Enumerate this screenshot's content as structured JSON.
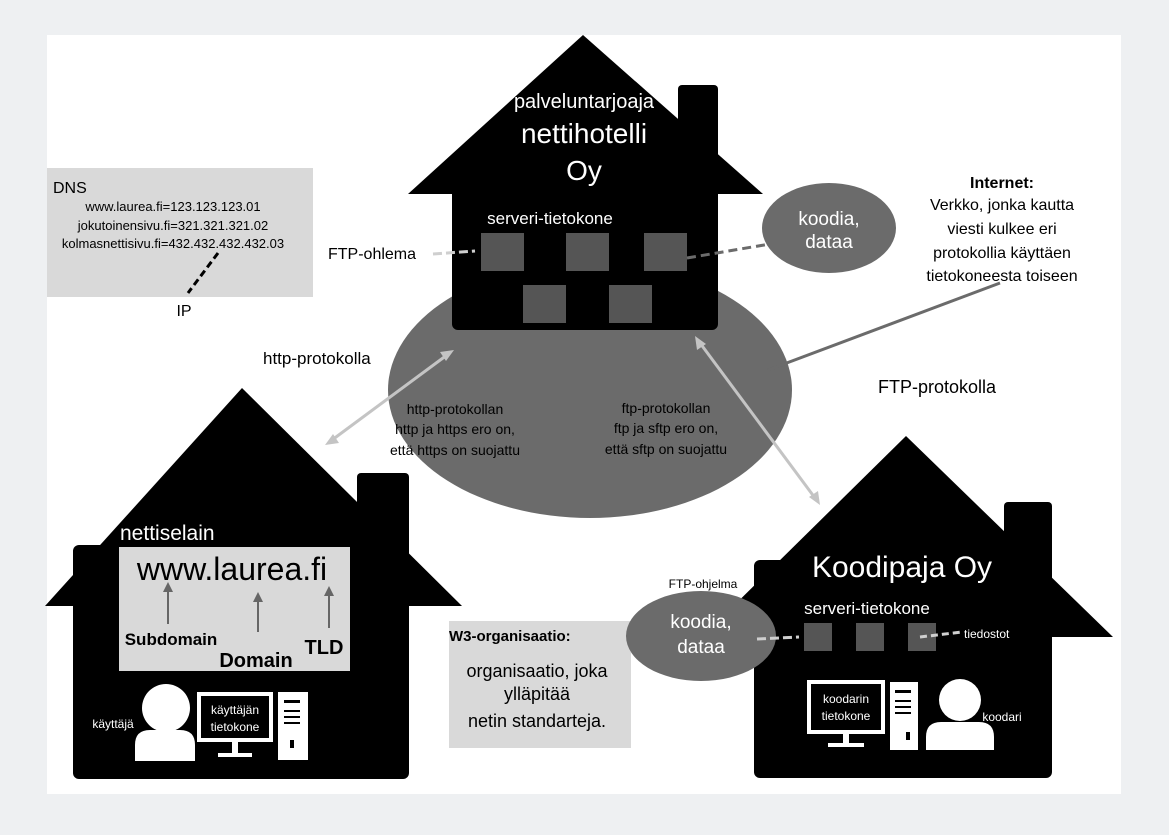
{
  "colors": {
    "house": "#000000",
    "ellipse": "#6b6b6b",
    "window": "#555555",
    "dns_box": "#d9d9d9",
    "browser_box": "#d9d9d9",
    "w3_box": "#d9d9d9",
    "arrow": "#c4c4c4",
    "line": "#6b6b6b",
    "dash": "#cfcfcf"
  },
  "provider_house": {
    "label_line1": "palveluntarjoaja",
    "label_line2": "nettihotelli",
    "label_line3": "Oy",
    "server_label": "serveri-tietokone"
  },
  "provider_bubble": {
    "line1": "koodia,",
    "line2": "dataa"
  },
  "ftp_program_left": "FTP-ohlema",
  "internet": {
    "title": "Internet:",
    "line1": "Verkko, jonka kautta",
    "line2": "viesti kulkee eri",
    "line3": "protokollia käyttäen",
    "line4": "tietokoneesta toiseen"
  },
  "dns": {
    "title": "DNS",
    "entry1": "www.laurea.fi=123.123.123.01",
    "entry2": "jokutoinensivu.fi=321.321.321.02",
    "entry3": "kolmasnettisivu.fi=432.432.432.432.03",
    "ip_label": "IP"
  },
  "http_label": "http-protokolla",
  "ftp_label": "FTP-protokolla",
  "http_note": {
    "line1": "http-protokollan",
    "line2": "http ja https ero on,",
    "line3": "että https on suojattu"
  },
  "ftp_note": {
    "line1": "ftp-protokollan",
    "line2": "ftp ja sftp ero on,",
    "line3": "että sftp on suojattu"
  },
  "user_house": {
    "browser_label": "nettiselain",
    "url": "www.laurea.fi",
    "subdomain": "Subdomain",
    "domain": "Domain",
    "tld": "TLD",
    "user_label": "käyttäjä",
    "computer_line1": "käyttäjän",
    "computer_line2": "tietokone"
  },
  "w3": {
    "title": "W3-organisaatio:",
    "line1": "organisaatio, joka",
    "line2": "ylläpitää",
    "line3": "netin standarteja."
  },
  "coder_house": {
    "title": "Koodipaja Oy",
    "server_label": "serveri-tietokone",
    "ftp_program": "FTP-ohjelma",
    "files_label": "tiedostot",
    "computer_line1": "koodarin",
    "computer_line2": "tietokone",
    "coder_label": "koodari"
  },
  "coder_bubble": {
    "line1": "koodia,",
    "line2": "dataa"
  }
}
